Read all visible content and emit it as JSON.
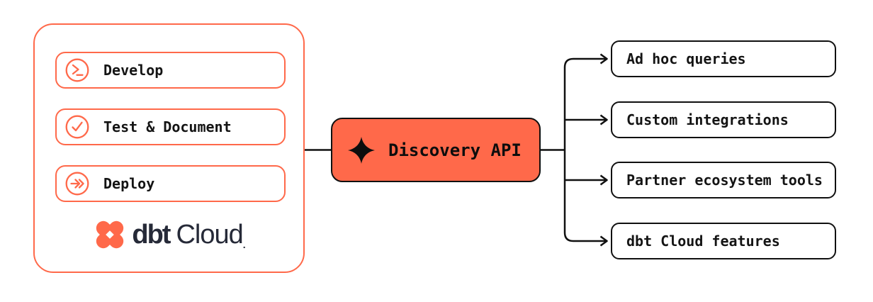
{
  "colors": {
    "orange": "#FF694A",
    "line_black": "#101010",
    "navy": "#262A38",
    "background": "#ffffff"
  },
  "dbt_panel": {
    "items": [
      {
        "icon": "terminal-prompt-icon",
        "label": "Develop"
      },
      {
        "icon": "check-circle-icon",
        "label": "Test & Document"
      },
      {
        "icon": "deploy-arrows-icon",
        "label": "Deploy"
      }
    ],
    "logo": {
      "mark": "dbt-logo-mark",
      "brand_bold": "dbt",
      "brand_light": "Cloud",
      "trademark_dot": "."
    }
  },
  "api_node": {
    "icon": "sparkle-icon",
    "label": "Discovery API"
  },
  "consumers": [
    {
      "label": "Ad hoc queries"
    },
    {
      "label": "Custom integrations"
    },
    {
      "label": "Partner ecosystem tools"
    },
    {
      "label": "dbt Cloud features"
    }
  ]
}
